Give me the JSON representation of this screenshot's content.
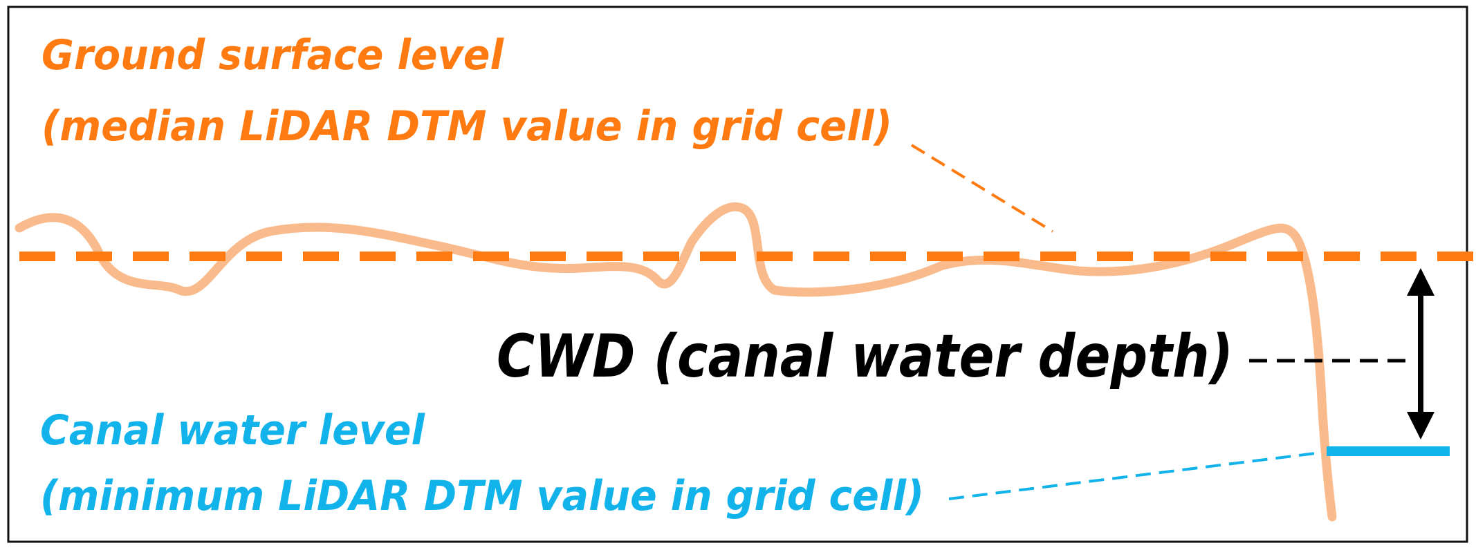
{
  "labels": {
    "ground_title": "Ground surface level",
    "ground_subtitle": "(median LiDAR DTM value in grid cell)",
    "cwd": "CWD (canal water depth)",
    "canal_title": "Canal water level",
    "canal_subtitle": "(minimum LiDAR DTM value in grid cell)"
  },
  "colors": {
    "ground": "#ff7a10",
    "terrain": "#f9bb8c",
    "water": "#12b3ea",
    "text_dark": "#000000",
    "frame": "#111111"
  }
}
